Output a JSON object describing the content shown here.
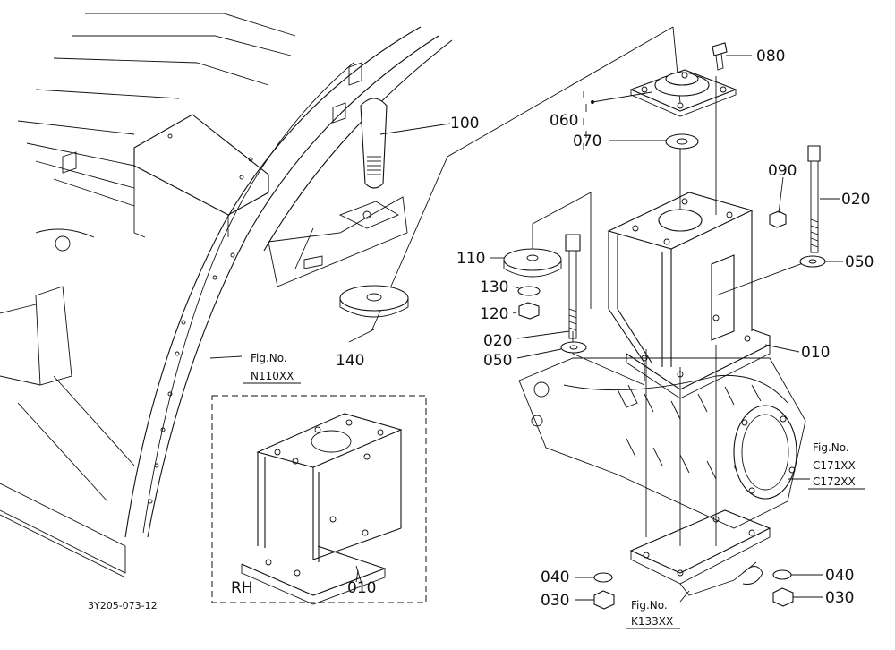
{
  "part_labels": {
    "p010_main": "010",
    "p010_rh": "010",
    "p020_right": "020",
    "p020_left": "020",
    "p030_left": "030",
    "p030_right": "030",
    "p040_left": "040",
    "p040_right": "040",
    "p050_right": "050",
    "p050_left": "050",
    "p060": "060",
    "p070": "070",
    "p080": "080",
    "p090": "090",
    "p100": "100",
    "p110": "110",
    "p120": "120",
    "p130": "130",
    "p140": "140"
  },
  "fig_refs": {
    "n110": {
      "title": "Fig.No.",
      "code": "N110XX"
    },
    "c171": {
      "title": "Fig.No.",
      "code1": "C171XX",
      "code2": "C172XX"
    },
    "k133": {
      "title": "Fig.No.",
      "code": "K133XX"
    }
  },
  "inset": {
    "side_label": "RH"
  },
  "drawing_number": "3Y205-073-12"
}
